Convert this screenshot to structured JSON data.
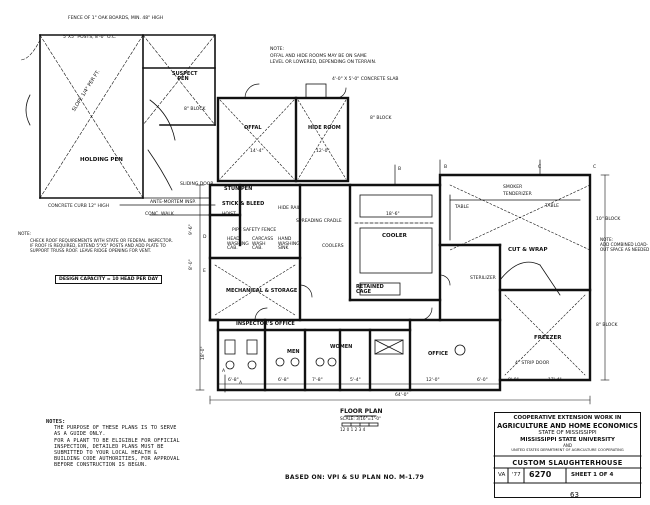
{
  "drawing": {
    "fence_note": "FENCE OF 1\" OAK BOARDS, MIN. 48\" HIGH",
    "posts_note": "5\"X5\" POSTS, 8'-0\" O.C.",
    "slope_note": "SLOPE 1/4\" PER FT.",
    "holding_pen": "HOLDING PEN",
    "suspect_pen": "SUSPECT PEN",
    "concrete_curb": "CONCRETE CURB 12\" HIGH",
    "sliding_door": "SLIDING DOOR",
    "conc_walk": "CONC. WALK",
    "ante_mortem": "ANTE-MORTEM INSP.",
    "top_note_head": "NOTE:",
    "top_note": [
      "OFFAL AND HIDE ROOMS MAY BE ON SAME",
      "LEVEL OR LOWERED, DEPENDING ON TERRAIN."
    ],
    "concrete_slab": "4'-0\" X 5'-0\" CONCRETE SLAB",
    "offal": "OFFAL",
    "hide_room": "HIDE ROOM",
    "offal_dim": "14'-4\"",
    "hide_dim": "12'-0\"",
    "block_8": "8\" BLOCK",
    "stun_pen": "STUN PEN",
    "stick_bleed": "STICK & BLEED",
    "hoist": "HOIST",
    "head_washing": "HEAD WASHING CAB.",
    "carcass_wash": "CARCASS WASH CAB.",
    "hand_wash": "HAND WASHING SINK",
    "hide_rail": "HIDE RAIL",
    "spreading_cradle": "SPREADING CRADLE",
    "pipe_safety_fence": "PIPE SAFETY FENCE",
    "cooler": "COOLER",
    "cooler_dim": "18'-6\"",
    "coolers_side": "COOLERS",
    "retained_cage": "RETAINED CAGE",
    "mechanical": "MECHANICAL & STORAGE",
    "inspectors_office": "INSPECTOR'S OFFICE",
    "men": "MEN",
    "women": "WOMEN",
    "office": "OFFICE",
    "cut_wrap": "CUT & WRAP",
    "freezer": "FREEZER",
    "table": "TABLE",
    "smoker": "SMOKER",
    "tenderizer": "TENDERIZER",
    "sterilizer": "STERILIZER",
    "strip_door": "4\" STRIP DOOR",
    "block_10": "10\" BLOCK",
    "left_note_head": "NOTE:",
    "left_note": [
      "CHECK ROOF REQUIREMENTS WITH STATE OR FEDERAL INSPECTOR.",
      "IF ROOF IS REQUIRED, EXTEND 5\"X5\" POSTS AND ADD PLATE TO",
      "SUPPORT TRUSS ROOF. LEAVE RIDGE OPENING FOR VENT."
    ],
    "right_note_head": "NOTE:",
    "right_note": [
      "ADD COMBINED LOAD-",
      "OUT SPACE AS NEEDED"
    ],
    "design_capacity": "DESIGN CAPACITY = 10 HEAD PER DAY",
    "overall_dim": "64'-0\"",
    "floor_plan": "FLOOR PLAN",
    "scale": "SCALE: 3/16\"=1'-0\"",
    "scale_bar": "12 0 1 2 3 4",
    "section_marks": [
      "A",
      "A",
      "B",
      "B",
      "C",
      "C",
      "D",
      "E"
    ],
    "bottom_dims": [
      "6'-8\"",
      "6'-8\"",
      "7'-8\"",
      "5'-4\"",
      "12'-0\"",
      "6'-0\"",
      "8'-0\"",
      "17'-4\""
    ],
    "left_dims": [
      "8'-0\"",
      "9'-6\"",
      "18'-0\""
    ]
  },
  "notes": {
    "heading": "NOTES:",
    "lines": [
      "THE PURPOSE OF THESE PLANS IS TO SERVE",
      "AS A GUIDE ONLY.",
      "FOR A PLANT TO BE ELIGIBLE FOR OFFICIAL",
      "INSPECTION, DETAILED PLANS MUST BE",
      "SUBMITTED TO YOUR LOCAL HEALTH &",
      "BUILDING CODE AUTHORITIES, FOR APPROVAL",
      "BEFORE CONSTRUCTION IS BEGUN."
    ]
  },
  "based_on": "BASED ON: VPI & SU PLAN NO. M-1.79",
  "title_block": {
    "line1": "COOPERATIVE EXTENSION WORK IN",
    "line2": "AGRICULTURE AND HOME ECONOMICS",
    "line3": "STATE OF MISSISSIPPI",
    "line4": "MISSISSIPPI STATE UNIVERSITY",
    "line5": "AND",
    "line6": "UNITED STATES DEPARTMENT OF AGRICULTURE COOPERATING",
    "title": "CUSTOM SLAUGHTERHOUSE",
    "state": "VA",
    "year": "'77",
    "plan_no": "6270",
    "sheet": "SHEET 1 OF 4"
  },
  "stamp": "63"
}
